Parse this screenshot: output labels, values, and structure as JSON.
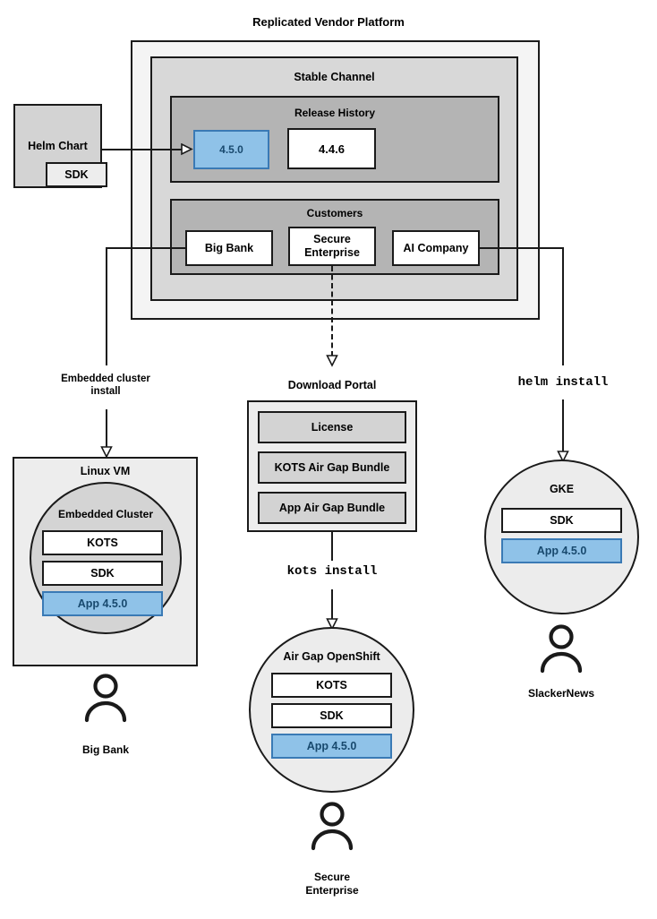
{
  "diagram": {
    "title": "Replicated Vendor Platform",
    "platform": {
      "stable_channel": {
        "title": "Stable Channel",
        "release_history": {
          "title": "Release History",
          "releases": [
            {
              "version": "4.5.0",
              "highlighted": true
            },
            {
              "version": "4.4.6",
              "highlighted": false
            }
          ]
        },
        "customers": {
          "title": "Customers",
          "items": [
            {
              "name": "Big Bank"
            },
            {
              "name": "Secure\nEnterprise"
            },
            {
              "name": "AI Company"
            }
          ]
        }
      }
    },
    "helm_chart": {
      "title": "Helm Chart",
      "sdk_label": "SDK"
    },
    "connector_labels": {
      "embedded_cluster_install": "Embedded cluster\ninstall",
      "kots_install": "kots install",
      "helm_install": "helm install"
    },
    "download_portal": {
      "title": "Download Portal",
      "items": [
        "License",
        "KOTS Air Gap Bundle",
        "App Air Gap Bundle"
      ]
    },
    "targets": [
      {
        "id": "linux-vm",
        "title": "Linux VM",
        "inner_title": "Embedded Cluster",
        "components": [
          {
            "label": "KOTS",
            "highlighted": false
          },
          {
            "label": "SDK",
            "highlighted": false
          },
          {
            "label": "App 4.5.0",
            "highlighted": true
          }
        ],
        "user": "Big Bank"
      },
      {
        "id": "air-gap-openshift",
        "title": "Air Gap OpenShift",
        "components": [
          {
            "label": "KOTS",
            "highlighted": false
          },
          {
            "label": "SDK",
            "highlighted": false
          },
          {
            "label": "App 4.5.0",
            "highlighted": true
          }
        ],
        "user": "Secure\nEnterprise"
      },
      {
        "id": "gke",
        "title": "GKE",
        "components": [
          {
            "label": "SDK",
            "highlighted": false
          },
          {
            "label": "App 4.5.0",
            "highlighted": true
          }
        ],
        "user": "SlackerNews"
      }
    ],
    "colors": {
      "highlight_fill": "#8fc2e8",
      "highlight_border": "#3a7ab5",
      "highlight_text": "#18496e",
      "stroke": "#1a1a1a",
      "platform_fill": "#f4f4f4",
      "channel_fill": "#d8d8d8",
      "section_fill": "#b4b4b4",
      "box_fill": "#ffffff",
      "panel_fill": "#ededed",
      "item_fill": "#d3d3d3",
      "circle_fill": "#ececec",
      "cluster_fill": "#d4d4d4"
    }
  }
}
